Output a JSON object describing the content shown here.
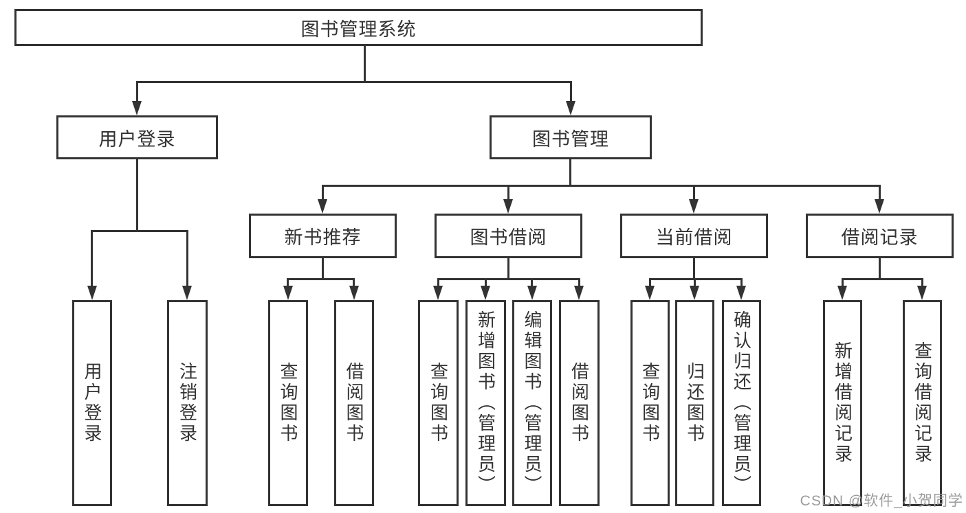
{
  "diagram": {
    "title": "图书管理系统",
    "watermark": "CSDN @软件_小贺同学",
    "colors": {
      "line": "#333333",
      "text": "#333333",
      "box_background": "#ffffff",
      "watermark": "#9b9b9b"
    },
    "tree": {
      "label": "图书管理系统",
      "children": [
        {
          "label": "用户登录",
          "children": [
            {
              "label": "用户登录"
            },
            {
              "label": "注销登录"
            }
          ]
        },
        {
          "label": "图书管理",
          "children": [
            {
              "label": "新书推荐",
              "children": [
                {
                  "label": "查询图书"
                },
                {
                  "label": "借阅图书"
                }
              ]
            },
            {
              "label": "图书借阅",
              "children": [
                {
                  "label": "查询图书"
                },
                {
                  "label": "新增图书（管理员）"
                },
                {
                  "label": "编辑图书（管理员）"
                },
                {
                  "label": "借阅图书"
                }
              ]
            },
            {
              "label": "当前借阅",
              "children": [
                {
                  "label": "查询图书"
                },
                {
                  "label": "归还图书"
                },
                {
                  "label": "确认归还（管理员）"
                }
              ]
            },
            {
              "label": "借阅记录",
              "children": [
                {
                  "label": "新增借阅记录"
                },
                {
                  "label": "查询借阅记录"
                }
              ]
            }
          ]
        }
      ]
    }
  }
}
